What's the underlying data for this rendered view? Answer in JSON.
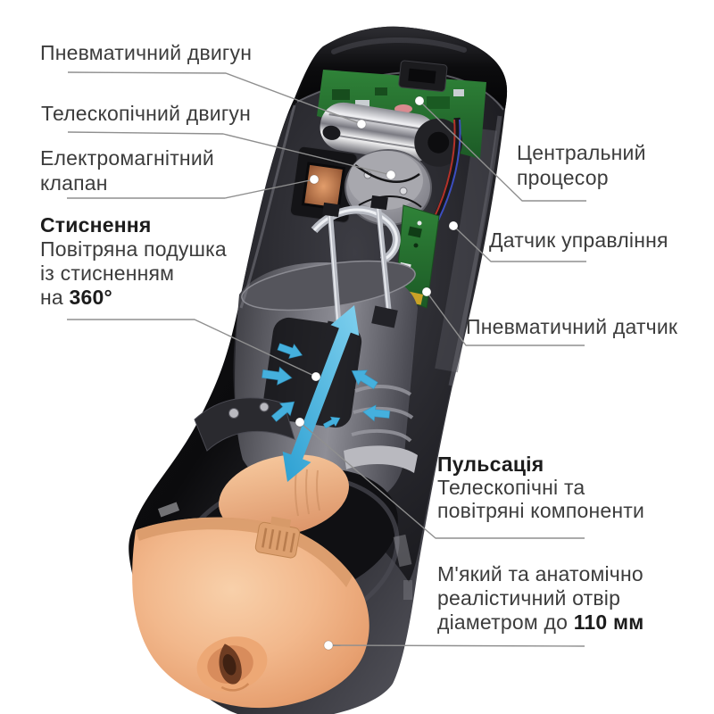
{
  "annotations": {
    "pneumatic_motor": "Пневматичний двигун",
    "telescopic_motor": "Телескопічний двигун",
    "solenoid_valve": "Електромагнітний клапан",
    "compression_title": "Стиснення",
    "compression_line1": "Повітряна подушка",
    "compression_line2": "із стисненням",
    "compression_line3_regular": "на ",
    "compression_line3_bold": "360°",
    "cpu": "Центральний процесор",
    "control_sensor": "Датчик управління",
    "pneumatic_sensor": "Пневматичний датчик",
    "pulsation_title": "Пульсація",
    "pulsation_line1": "Телескопічні та",
    "pulsation_line2": "повітряні компоненти",
    "opening_line1": "М'який та анатомічно",
    "opening_line2": "реалістичний отвір",
    "opening_line3_regular": "діаметром до ",
    "opening_line3_bold": "110 мм"
  },
  "colors": {
    "background": "#ffffff",
    "leader_line": "#8f8f8f",
    "arrow_blue": "#45b0dd",
    "sleeve_flesh": "#f0b187",
    "shell_black": "#0e0e10",
    "pcb_green": "#2e7d36",
    "text_regular": "#3c3c3c",
    "text_bold": "#1c1c1c"
  }
}
